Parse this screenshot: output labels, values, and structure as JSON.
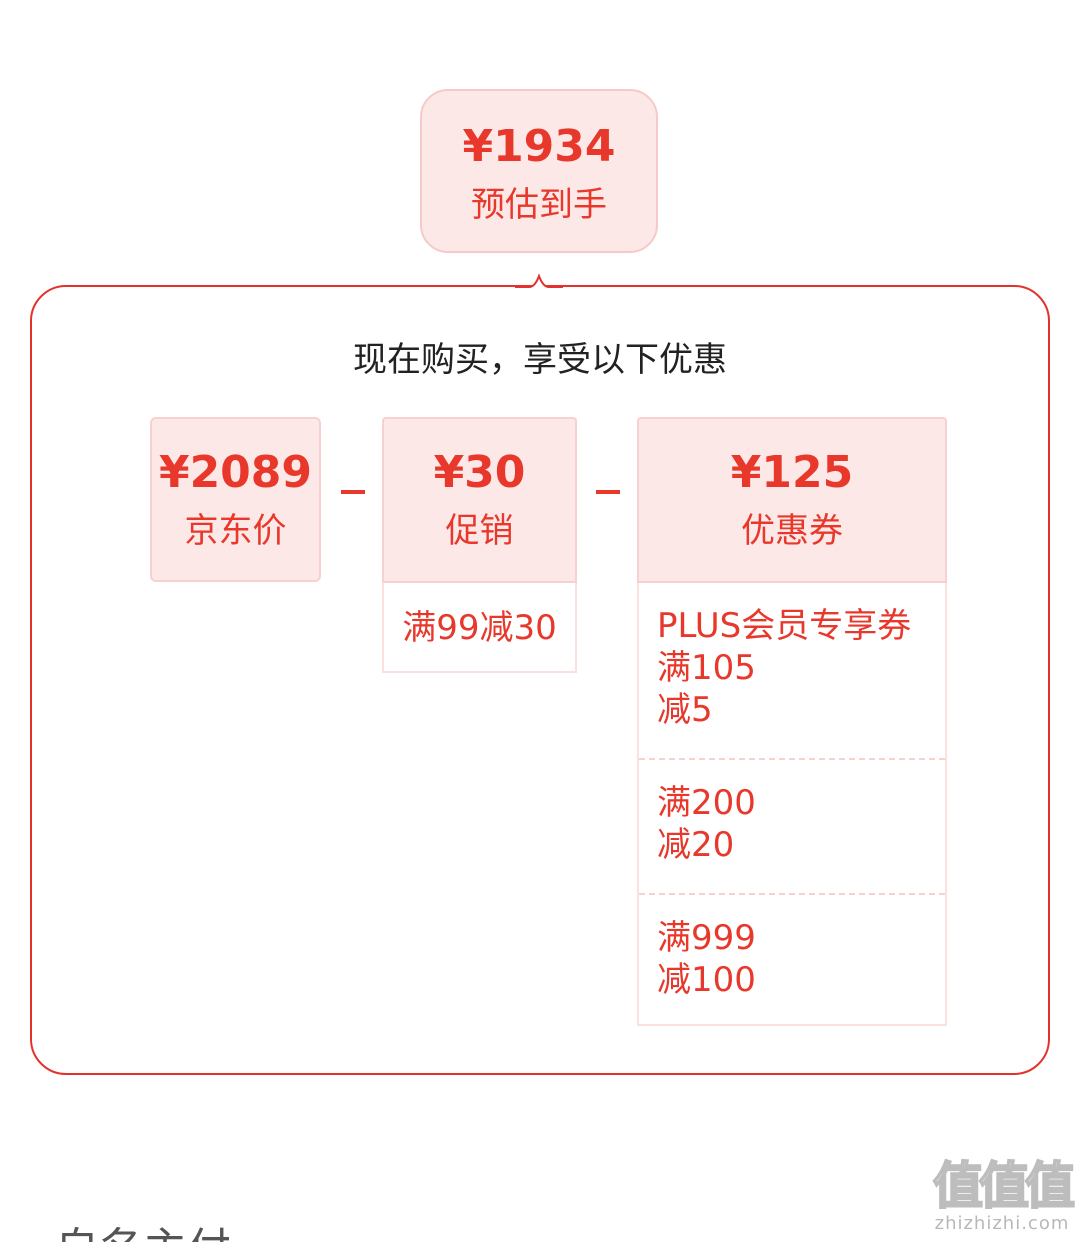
{
  "estimate": {
    "price": "¥1934",
    "label": "预估到手"
  },
  "panel": {
    "title": "现在购买，享受以下优惠"
  },
  "breakdown": {
    "jd_price": {
      "price": "¥2089",
      "label": "京东价"
    },
    "promotion": {
      "price": "¥30",
      "label": "促销",
      "detail": "满99减30"
    },
    "coupon": {
      "price": "¥125",
      "label": "优惠券",
      "items": [
        {
          "lines": [
            "PLUS会员专享券",
            "满105",
            "减5"
          ]
        },
        {
          "lines": [
            "满200",
            "减20"
          ]
        },
        {
          "lines": [
            "满999",
            "减100"
          ]
        }
      ]
    }
  },
  "bottom": {
    "text": "自名主付"
  },
  "watermark": {
    "logo": "值值值",
    "url": "zhizhizhi.com"
  },
  "colors": {
    "accent": "#e8382c",
    "cell_bg": "#fde8e8",
    "border": "#e3322d"
  }
}
